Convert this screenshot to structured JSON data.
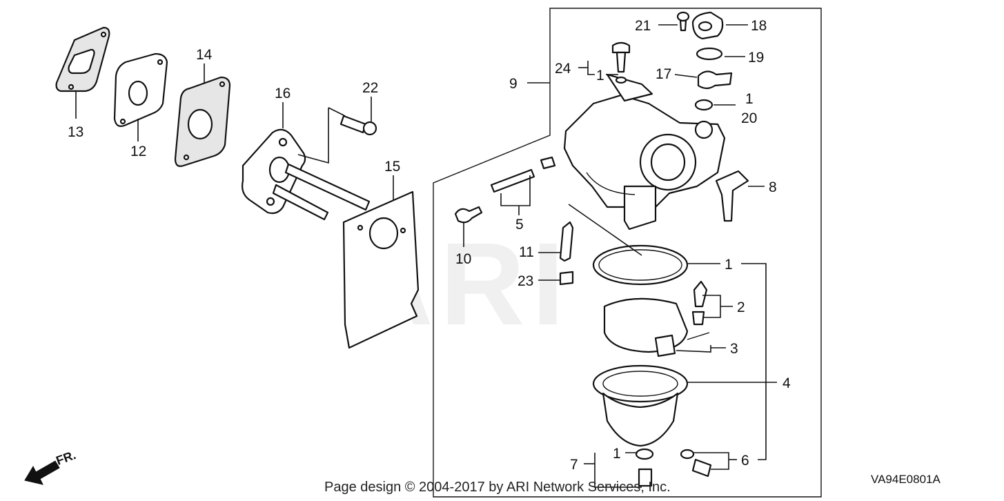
{
  "watermark": "ARI",
  "footer": {
    "copyright": "Page design © 2004-2017 by ARI Network Services, Inc.",
    "diagram_code": "VA94E0801A"
  },
  "front_indicator": {
    "label": "FR.",
    "icon": "arrow-left-down-icon"
  },
  "callouts": {
    "c1a": "1",
    "c1b": "1",
    "c1c": "1",
    "c1d": "1",
    "c2": "2",
    "c3": "3",
    "c4": "4",
    "c5": "5",
    "c6": "6",
    "c7": "7",
    "c8": "8",
    "c9": "9",
    "c10": "10",
    "c11": "11",
    "c12": "12",
    "c13": "13",
    "c14": "14",
    "c15": "15",
    "c16": "16",
    "c17": "17",
    "c18": "18",
    "c19": "19",
    "c20": "20",
    "c21": "21",
    "c22": "22",
    "c23": "23",
    "c24": "24"
  }
}
